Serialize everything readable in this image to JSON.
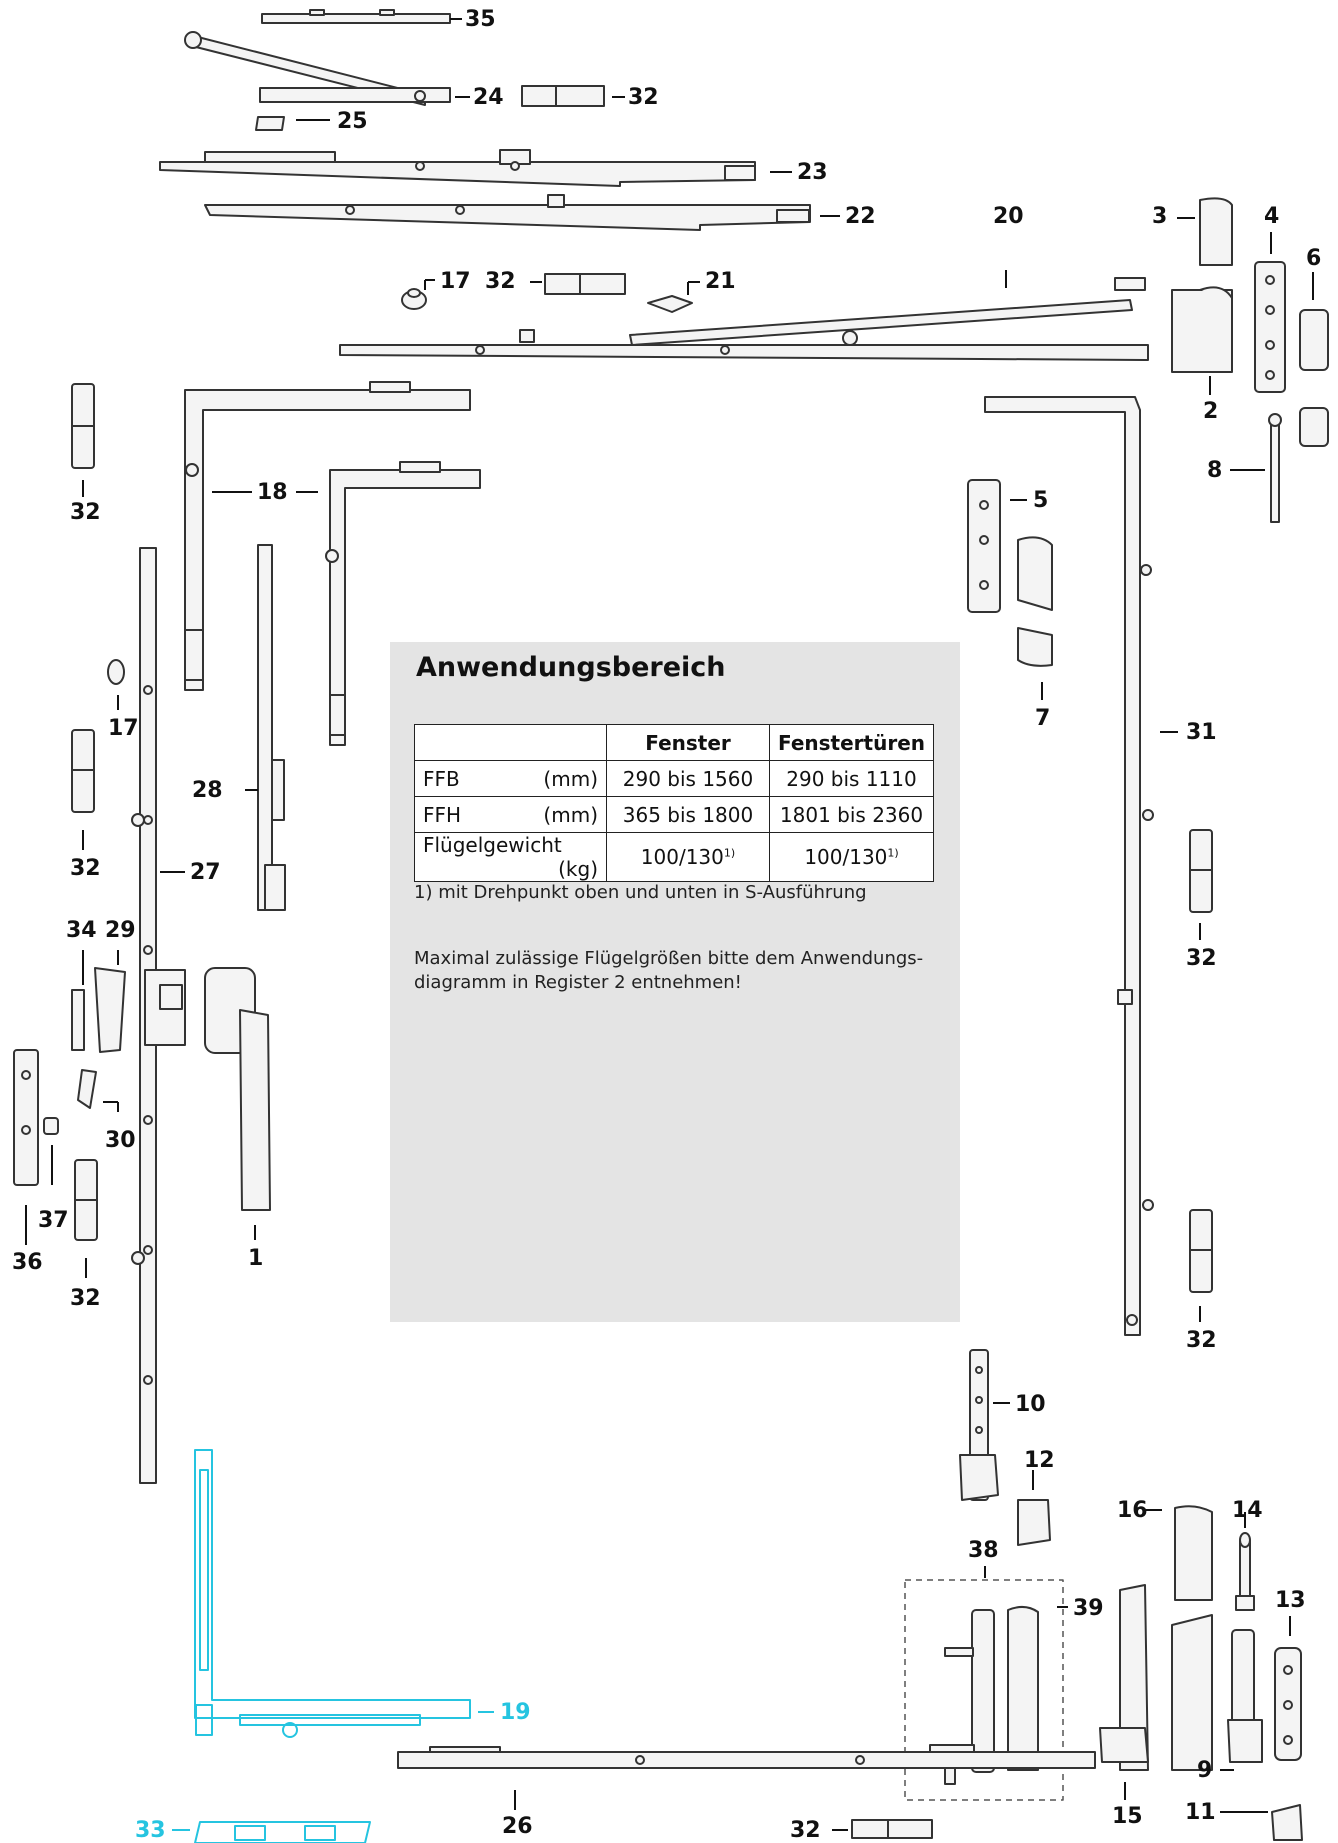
{
  "labels": {
    "n1": "1",
    "n2": "2",
    "n3": "3",
    "n4": "4",
    "n5": "5",
    "n6": "6",
    "n7": "7",
    "n8": "8",
    "n9": "9",
    "n10": "10",
    "n11": "11",
    "n12": "12",
    "n13": "13",
    "n14": "14",
    "n15": "15",
    "n16": "16",
    "n17a": "17",
    "n17b": "17",
    "n18": "18",
    "n19": "19",
    "n20": "20",
    "n21": "21",
    "n22": "22",
    "n23": "23",
    "n24": "24",
    "n25": "25",
    "n26": "26",
    "n27": "27",
    "n28": "28",
    "n29": "29",
    "n30": "30",
    "n31": "31",
    "n32a": "32",
    "n32b": "32",
    "n32c": "32",
    "n32d": "32",
    "n32e": "32",
    "n32f": "32",
    "n32g": "32",
    "n32h": "32",
    "n33": "33",
    "n34": "34",
    "n35": "35",
    "n36": "36",
    "n37": "37",
    "n38": "38",
    "n39": "39"
  },
  "panel": {
    "title": "Anwendungsbereich",
    "table": {
      "headers": [
        "",
        "Fenster",
        "Fenstertüren"
      ],
      "rows": [
        {
          "label": "FFB",
          "unit": "(mm)",
          "fenster": "290 bis 1560",
          "tueren": "290 bis 1110"
        },
        {
          "label": "FFH",
          "unit": "(mm)",
          "fenster": "365 bis 1800",
          "tueren": "1801 bis 2360"
        },
        {
          "label": "Flügelgewicht",
          "unit": "(kg)",
          "fenster": "100/130",
          "tueren": "100/130",
          "sup": "1)"
        }
      ]
    },
    "footnote": "1)  mit Drehpunkt oben und unten in S-Ausführung",
    "note": "Maximal zulässige Flügelgrößen bitte dem Anwendungs-diagramm in Register 2 entnehmen!"
  },
  "colors": {
    "highlight": "#25c4e0",
    "part_stroke": "#333333",
    "part_fill": "#f4f4f4",
    "panel_bg": "#e4e4e4"
  }
}
